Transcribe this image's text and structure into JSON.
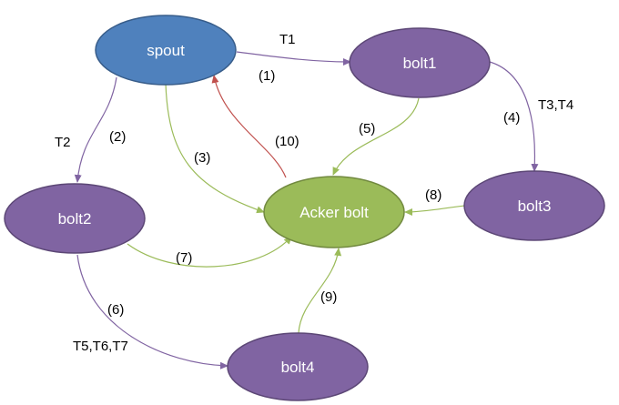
{
  "nodes": {
    "spout": {
      "label": "spout"
    },
    "bolt1": {
      "label": "bolt1"
    },
    "bolt2": {
      "label": "bolt2"
    },
    "bolt3": {
      "label": "bolt3"
    },
    "bolt4": {
      "label": "bolt4"
    },
    "acker": {
      "label": "Acker bolt"
    }
  },
  "edge_labels": {
    "e1": "(1)",
    "e2": "(2)",
    "e3": "(3)",
    "e4": "(4)",
    "e5": "(5)",
    "e6": "(6)",
    "e7": "(7)",
    "e8": "(8)",
    "e9": "(9)",
    "e10": "(10)"
  },
  "tuple_labels": {
    "t1": "T1",
    "t2": "T2",
    "t34": "T3,T4",
    "t567": "T5,T6,T7"
  },
  "colors": {
    "spout_fill": "#4f81bd",
    "bolt_fill": "#8064a2",
    "acker_fill": "#9bbb59",
    "purple_edge": "#8064a2",
    "green_edge": "#9bbb59",
    "red_edge": "#c0504d"
  }
}
